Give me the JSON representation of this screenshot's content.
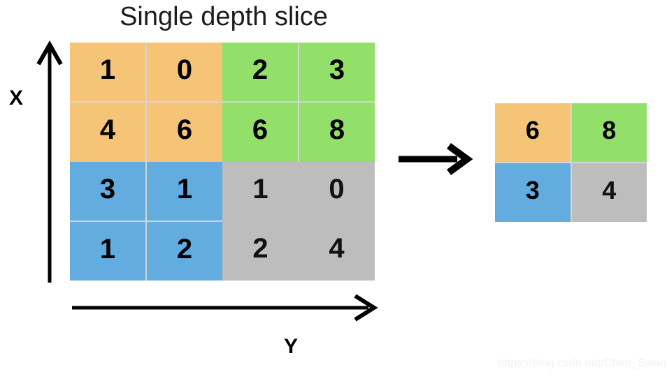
{
  "title": "Single depth slice",
  "axes": {
    "x_label": "X",
    "y_label": "Y",
    "x_icon": "up-arrow-icon",
    "y_icon": "right-arrow-icon"
  },
  "transition": {
    "icon": "right-arrow-icon"
  },
  "colors": {
    "orange": "#f5c477",
    "green": "#92e06a",
    "blue": "#62ace0",
    "gray": "#bdbdbd",
    "gridline": "#d4d4d4",
    "text": "#000000",
    "watermark": "#f0f0f0"
  },
  "input_grid": {
    "rows": 4,
    "cols": 4,
    "quadrants": [
      {
        "name": "top-left",
        "color": "orange",
        "values": [
          [
            1,
            0
          ],
          [
            4,
            6
          ]
        ],
        "max": 6
      },
      {
        "name": "top-right",
        "color": "green",
        "values": [
          [
            2,
            3
          ],
          [
            6,
            8
          ]
        ],
        "max": 8
      },
      {
        "name": "bottom-left",
        "color": "blue",
        "values": [
          [
            3,
            1
          ],
          [
            1,
            2
          ]
        ],
        "max": 3
      },
      {
        "name": "bottom-right",
        "color": "gray",
        "values": [
          [
            1,
            0
          ],
          [
            2,
            4
          ]
        ],
        "max": 4
      }
    ],
    "flat_values": [
      [
        1,
        0,
        2,
        3
      ],
      [
        4,
        6,
        6,
        8
      ],
      [
        3,
        1,
        1,
        0
      ],
      [
        1,
        2,
        2,
        4
      ]
    ]
  },
  "output_grid": {
    "rows": 2,
    "cols": 2,
    "cells": [
      {
        "value": 6,
        "color": "orange"
      },
      {
        "value": 8,
        "color": "green"
      },
      {
        "value": 3,
        "color": "blue"
      },
      {
        "value": 4,
        "color": "gray"
      }
    ]
  },
  "watermark": "https://blog.csdn.net/Chen_Swan"
}
